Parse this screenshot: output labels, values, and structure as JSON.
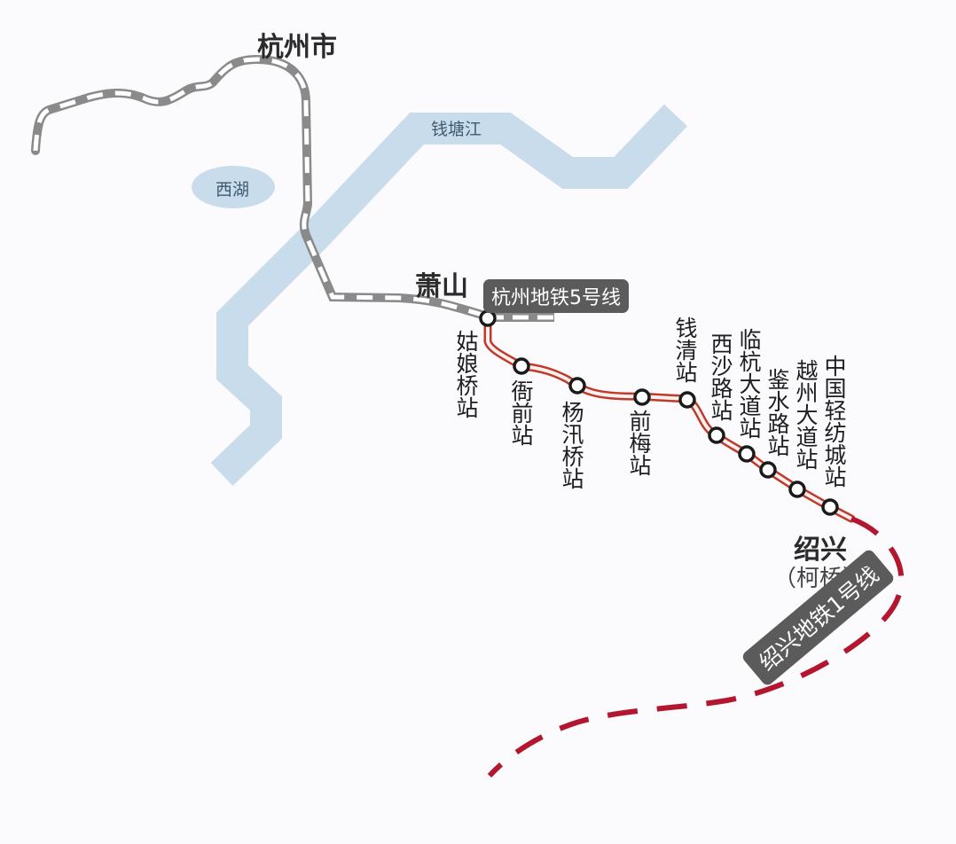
{
  "map": {
    "cities": {
      "hangzhou": "杭州市",
      "xiaoshan": "萧山",
      "shaoxing": "绍兴",
      "shaoxing_sub": "（柯桥）"
    },
    "water": {
      "river": "钱塘江",
      "lake": "西湖"
    },
    "lines": {
      "hangzhou_line5": {
        "label": "杭州地铁5号线",
        "color": "#8c8c8c"
      },
      "shaoxing_line1": {
        "label": "绍兴地铁1号线",
        "color": "#b3172f"
      }
    },
    "stations": [
      {
        "name": "姑娘桥站"
      },
      {
        "name": "衙前站"
      },
      {
        "name": "杨汛桥站"
      },
      {
        "name": "前梅站"
      },
      {
        "name": "钱清站"
      },
      {
        "name": "西沙路站"
      },
      {
        "name": "临杭大道站"
      },
      {
        "name": "鉴水路站"
      },
      {
        "name": "越州大道站"
      },
      {
        "name": "中国轻纺城站"
      }
    ],
    "colors": {
      "background": "#fbfbfd",
      "river": "#c9dcec",
      "badge": "#5b5b5b",
      "planned_line": "#b3172f",
      "built_line": "#c0392b"
    }
  }
}
